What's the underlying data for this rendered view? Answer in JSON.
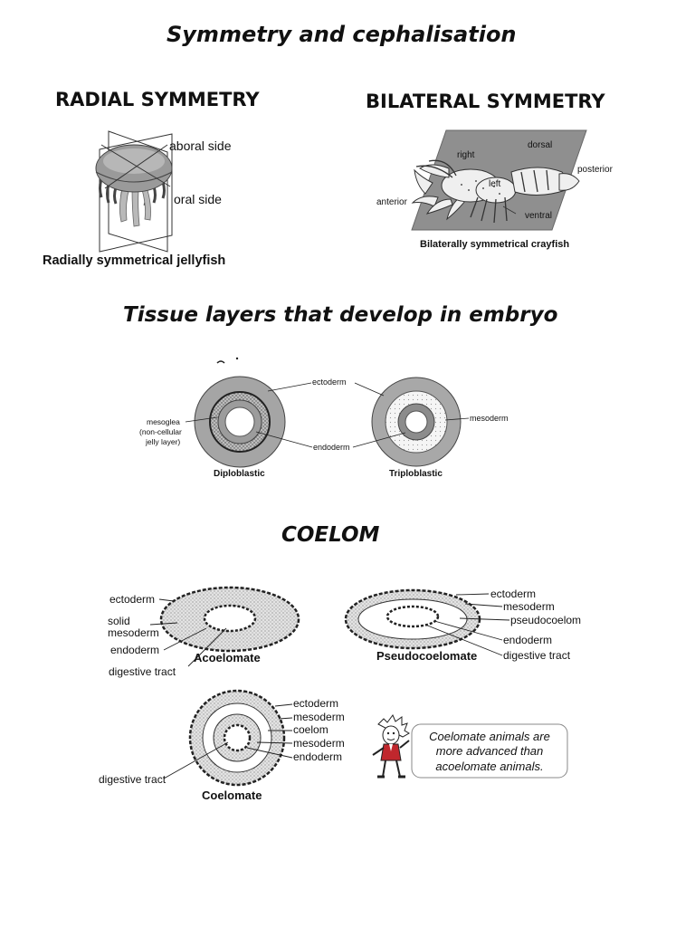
{
  "titles": {
    "main": "Symmetry and cephalisation",
    "tissue": "Tissue layers that develop in embryo",
    "coelom": "COELOM"
  },
  "symmetry": {
    "radial_heading": "RADIAL SYMMETRY",
    "bilateral_heading": "BILATERAL SYMMETRY",
    "jellyfish": {
      "aboral": "aboral side",
      "oral": "oral side",
      "caption": "Radially symmetrical jellyfish"
    },
    "crayfish": {
      "right": "right",
      "dorsal": "dorsal",
      "posterior": "posterior",
      "left": "left",
      "anterior": "anterior",
      "ventral": "ventral",
      "caption": "Bilaterally symmetrical crayfish"
    }
  },
  "tissue_layers": {
    "ectoderm": "ectoderm",
    "mesoglea_1": "mesoglea",
    "mesoglea_2": "(non-cellular",
    "mesoglea_3": "jelly layer)",
    "endoderm": "endoderm",
    "mesoderm": "mesoderm",
    "diploblastic": "Diploblastic",
    "triploblastic": "Triploblastic"
  },
  "coelom": {
    "acoelomate": {
      "ectoderm": "ectoderm",
      "solid_1": "solid",
      "solid_2": "mesoderm",
      "endoderm": "endoderm",
      "caption": "Acoelomate",
      "digestive": "digestive tract"
    },
    "pseudocoelomate": {
      "ectoderm": "ectoderm",
      "mesoderm": "mesoderm",
      "pseudocoelom": "pseudocoelom",
      "endoderm": "endoderm",
      "digestive": "digestive tract",
      "caption": "Pseudocoelomate"
    },
    "coelomate": {
      "ectoderm": "ectoderm",
      "mesoderm_1": "mesoderm",
      "coelom": "coelom",
      "mesoderm_2": "mesoderm",
      "endoderm": "endoderm",
      "digestive": "digestive tract",
      "caption": "Coelomate"
    },
    "note_1": "Coelomate animals are",
    "note_2": "more advanced than",
    "note_3": "acoelomate animals."
  }
}
